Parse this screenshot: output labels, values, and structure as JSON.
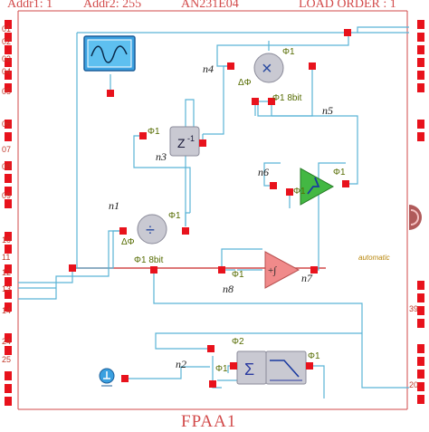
{
  "header": {
    "addr1": "Addr1: 1",
    "addr2": "Addr2: 255",
    "chip": "AN231E04",
    "load_order": "LOAD ORDER : 1"
  },
  "footer": {
    "title": "FPAA1"
  },
  "pins_left": [
    "01",
    "02",
    "03",
    "04",
    "05",
    "06",
    "07",
    "08",
    "09",
    "10",
    "11",
    "12",
    "13",
    "14",
    "24",
    "25"
  ],
  "pins_right": [
    "39",
    "20"
  ],
  "nets": {
    "n1": "n1",
    "n2": "n2",
    "n3": "n3",
    "n4": "n4",
    "n5": "n5",
    "n6": "n6",
    "n7": "n7",
    "n8": "n8"
  },
  "blocks": {
    "oscillator": "sine-wave-icon",
    "delay": {
      "symbol": "Z",
      "exp": "-1"
    },
    "multiplier": {
      "symbol": "×"
    },
    "divider": {
      "symbol": "÷"
    },
    "integrator": {
      "symbol": "+∫"
    },
    "rectifier": {
      "symbol": "rectifier-icon"
    },
    "sum_filter": {
      "symbol": "Σ"
    },
    "voltage_source": "voltage-source-icon"
  },
  "labels": {
    "phi1": "Φ1",
    "phi2": "Φ2",
    "dphi": "ΔΦ",
    "phi1_8bit": "Φ1 8bit",
    "automatic": "automatic"
  },
  "colors": {
    "wire": "#5ab4d6",
    "node": "#e8121c",
    "border": "#d24a4a",
    "integrator": "#f08a8a",
    "rectifier": "#43b843",
    "block_gray": "#c9c9d2"
  }
}
